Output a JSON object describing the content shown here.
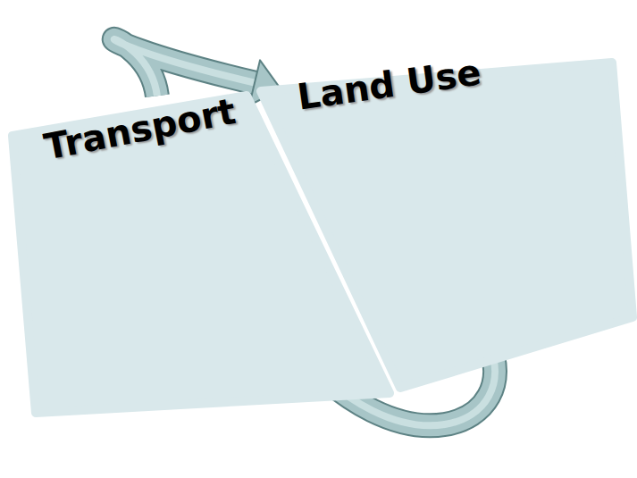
{
  "diagram": {
    "nodes": [
      {
        "text": [
          "Transport"
        ]
      },
      {
        "text": [
          "Land Use"
        ]
      }
    ],
    "edges": [
      {
        "from": 0,
        "to": 1,
        "arrow": "to"
      },
      {
        "from": 1,
        "to": 0,
        "arrow": "to"
      }
    ]
  }
}
